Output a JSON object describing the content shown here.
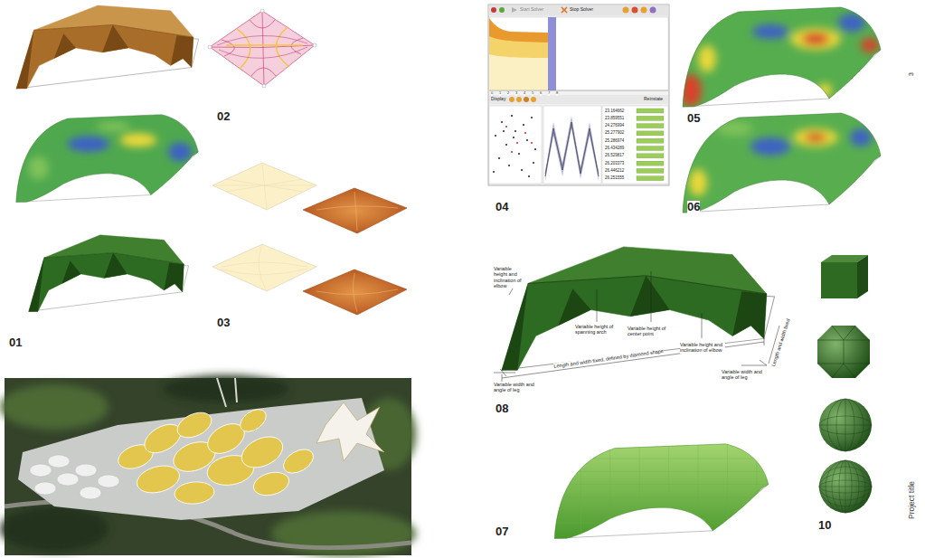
{
  "diagram": {
    "labels": [
      "02",
      "05",
      "3",
      "04",
      "06",
      "03",
      "01",
      "Start Solver",
      "Stop Solver",
      "0",
      "1",
      "2",
      "3",
      "4",
      "5",
      "6",
      "7",
      "8",
      "Display",
      "Reinstate",
      "23.164662",
      "23.859551",
      "24.276994",
      "25.277902",
      "25.286974",
      "26.434289",
      "26.529817",
      "26.203373",
      "26.446212",
      "26.251555",
      "Variable height and inclination of elbow",
      "Variable height of spanning arch",
      "Variable height of center point",
      "Variable height and inclination of elbow",
      "Length and width fixed",
      "Length and width fixed, defined by diamond shape",
      "Variable width and angle of leg",
      "Variable width and angle of leg",
      "08",
      "07",
      "10",
      "Project title"
    ]
  }
}
